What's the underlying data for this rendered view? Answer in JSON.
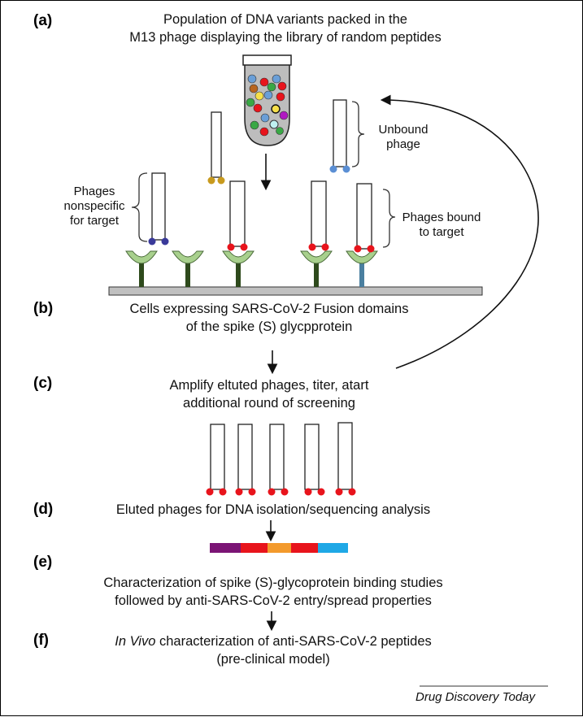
{
  "steps": {
    "a": {
      "label": "(a)",
      "line1": "Population of DNA variants packed in the",
      "line2": "M13 phage displaying the library of random peptides"
    },
    "b": {
      "label": "(b)",
      "line1": "Cells expressing SARS-CoV-2 Fusion domains",
      "line2": "of the spike (S) glycpprotein"
    },
    "c": {
      "label": "(c)",
      "line1": "Amplify eltuted phages, titer, atart",
      "line2": "additional round of screening"
    },
    "d": {
      "label": "(d)",
      "line1": "Eluted phages for DNA isolation/sequencing analysis"
    },
    "e": {
      "label": "(e)",
      "line1": "Characterization of spike (S)-glycoprotein binding studies",
      "line2": "followed by anti-SARS-CoV-2 entry/spread properties"
    },
    "f": {
      "label": "(f)",
      "line1_italic": "In Vivo",
      "line1_rest": " characterization of anti-SARS-CoV-2 peptides",
      "line2": "(pre-clinical model)"
    }
  },
  "annotations": {
    "unbound": {
      "line1": "Unbound",
      "line2": "phage"
    },
    "nonspecific": {
      "line1": "Phages",
      "line2": "nonspecific",
      "line3": "for target"
    },
    "bound": {
      "line1": "Phages bound",
      "line2": "to target"
    }
  },
  "credit": "Drug Discovery Today",
  "colors": {
    "peptide_red": "#e8141c",
    "receptor_green": "#a8d08d",
    "stalk_green": "#2e4a1c",
    "substrate_gray": "#c0c0c0",
    "tube_gray": "#bdbdbd",
    "unbound_blue": "#5b8fd4",
    "nonspecific_navy": "#3a3a9a",
    "gold": "#c89a1e"
  },
  "sequence_bar": [
    "#7b1475",
    "#e8141c",
    "#f39a2c",
    "#e8141c",
    "#1fa8e6"
  ]
}
